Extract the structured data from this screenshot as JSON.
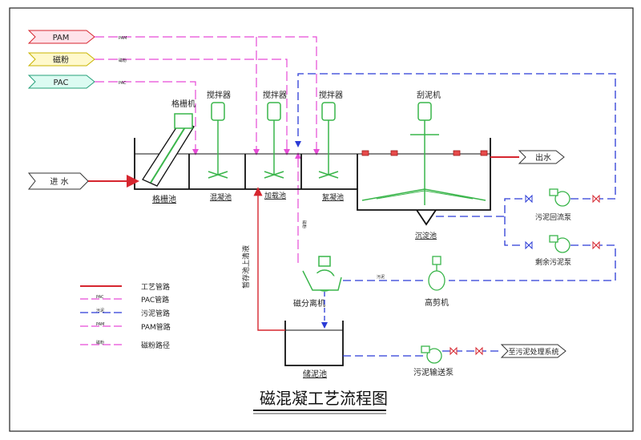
{
  "title": "磁混凝工艺流程图",
  "inputs": {
    "pam": "PAM",
    "magnet_powder": "磁粉",
    "pac": "PAC",
    "inflow": "进 水",
    "outflow": "出水",
    "to_sludge_system": "至污泥处理系统"
  },
  "equipment": {
    "screen_machine": "格栅机",
    "mixer_1": "搅拌器",
    "mixer_2": "搅拌器",
    "mixer_3": "搅拌器",
    "scraper": "刮泥机",
    "sludge_return_pump": "污泥回流泵",
    "excess_sludge_pump": "剩余污泥泵",
    "magnetic_separator": "磁分离机",
    "high_shear_machine": "高剪机",
    "sludge_transfer_pump": "污泥输送泵"
  },
  "tanks": {
    "screen_tank": "格栅池",
    "coagulation_tank": "混凝池",
    "dosing_tank": "加载池",
    "flocculation_tank": "絮凝池",
    "sedimentation_tank": "沉淀池",
    "sludge_storage_tank": "储泥池"
  },
  "pipe_labels": {
    "pam_line": "PAM",
    "magnet_line": "磁粉",
    "pac_line": "PAC",
    "sludge_line": "污泥",
    "supernatant": "暂存池上清液",
    "magnet_vertical": "磁粉"
  },
  "legend": [
    {
      "label": "工艺管路",
      "style": "process",
      "tag": ""
    },
    {
      "label": "PAC管路",
      "style": "pac",
      "tag": "PAC"
    },
    {
      "label": "污泥管路",
      "style": "sludge",
      "tag": "污泥"
    },
    {
      "label": "PAM管路",
      "style": "pam",
      "tag": "PAM"
    },
    {
      "label": "磁粉路径",
      "style": "magnet",
      "tag": "磁粉"
    }
  ],
  "colors": {
    "process": "#d6262f",
    "chemical": "#e64bd6",
    "sludge": "#2b3bd6",
    "equipment": "#39b54a",
    "outline": "#111111",
    "pam_tag_fill": "#ffe3ea",
    "magnet_tag_fill": "#fff9cc",
    "pac_tag_fill": "#dcfbf2"
  }
}
